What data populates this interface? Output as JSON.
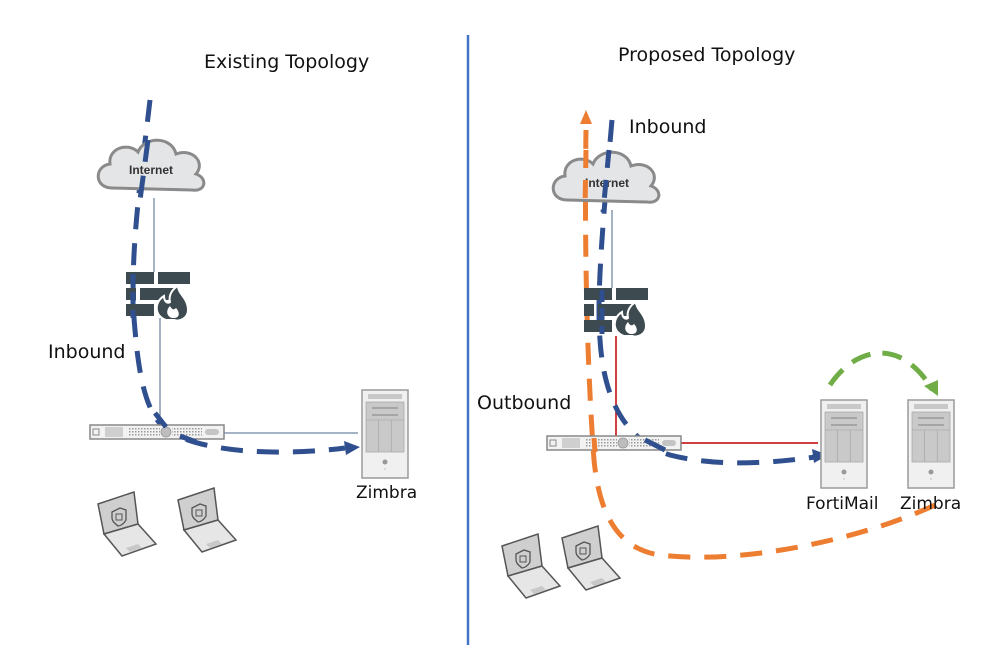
{
  "existing": {
    "title": "Existing Topology",
    "cloud_label": "Internet",
    "flow_label": "Inbound",
    "server_label": "Zimbra"
  },
  "proposed": {
    "title": "Proposed Topology",
    "cloud_label": "Internet",
    "inbound_label": "Inbound",
    "outbound_label": "Outbound",
    "fortimail_label": "FortiMail",
    "zimbra_label": "Zimbra"
  },
  "colors": {
    "divider": "#4472c4",
    "inbound": "#2f4f8f",
    "outbound": "#ed7d31",
    "internal": "#70ad47",
    "red_link": "#c00000",
    "firewall": "#3d4a4f",
    "link": "#4a6a8a"
  },
  "icons": [
    "cloud-icon",
    "firewall-icon",
    "switch-icon",
    "server-tower-icon",
    "laptop-icon"
  ]
}
